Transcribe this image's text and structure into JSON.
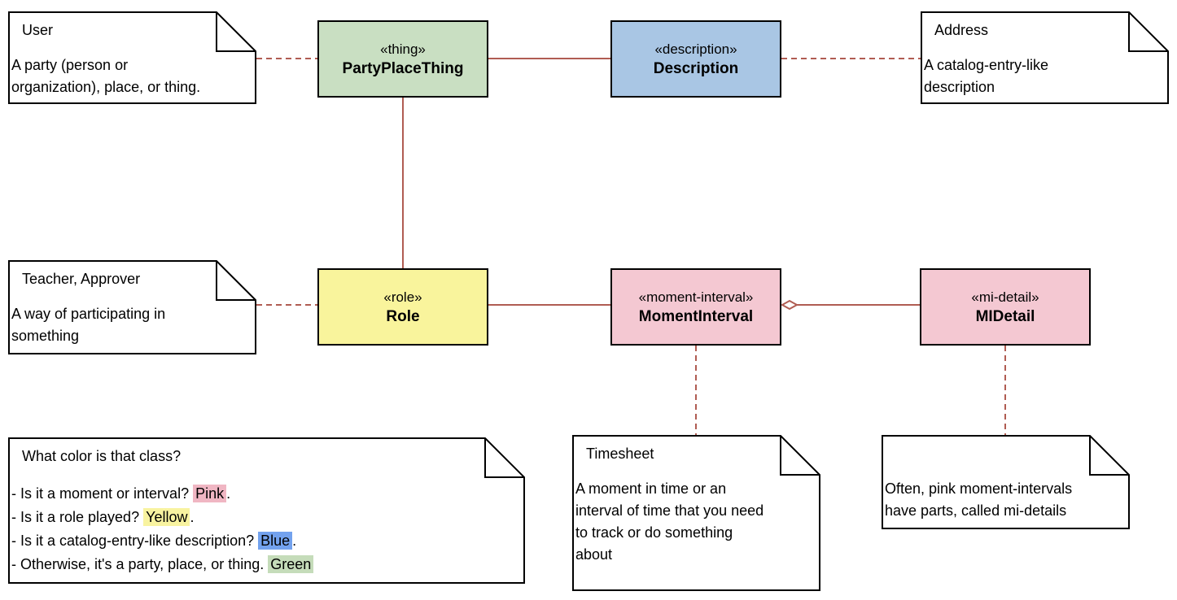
{
  "colors": {
    "connector": "#b05c52",
    "node_border": "#000000",
    "thing_fill": "#c9dfc2",
    "description_fill": "#a9c6e4",
    "role_fill": "#f9f49c",
    "moment_interval_fill": "#f4c8d2",
    "mi_detail_fill": "#f4c8d2",
    "highlight_pink": "#f0b6c3",
    "highlight_yellow": "#f8f3a0",
    "highlight_blue": "#73a2ee",
    "highlight_green": "#c5dcba"
  },
  "classes": [
    {
      "stereotype": "«thing»",
      "name": "PartyPlaceThing"
    },
    {
      "stereotype": "«description»",
      "name": "Description"
    },
    {
      "stereotype": "«role»",
      "name": "Role"
    },
    {
      "stereotype": "«moment-interval»",
      "name": "MomentInterval"
    },
    {
      "stereotype": "«mi-detail»",
      "name": "MIDetail"
    }
  ],
  "notes": {
    "user": {
      "title": "User",
      "body_lines": [
        "A party (person or",
        "organization), place, or thing."
      ]
    },
    "address": {
      "title": "Address",
      "body_lines": [
        "A catalog-entry-like",
        "description"
      ]
    },
    "teacher": {
      "title": "Teacher, Approver",
      "body_lines": [
        "A way of participating in",
        "something"
      ]
    },
    "timesheet": {
      "title": "Timesheet",
      "body_lines": [
        "A moment in time or an",
        "interval of time that you need",
        "to track or do something",
        "about"
      ]
    },
    "mi_details": {
      "title": "",
      "body_lines": [
        "Often, pink moment-intervals",
        "have parts, called mi-details"
      ]
    },
    "color_legend": {
      "title": "What color is that class?",
      "lines": [
        {
          "prefix": "- Is it a moment or interval? ",
          "highlight": "Pink",
          "suffix": "."
        },
        {
          "prefix": "- Is it a role played? ",
          "highlight": "Yellow",
          "suffix": "."
        },
        {
          "prefix": "- Is it a catalog-entry-like description? ",
          "highlight": "Blue",
          "suffix": "."
        },
        {
          "prefix": "- Otherwise, it's a party, place, or thing. ",
          "highlight": "Green",
          "suffix": ""
        }
      ]
    }
  }
}
